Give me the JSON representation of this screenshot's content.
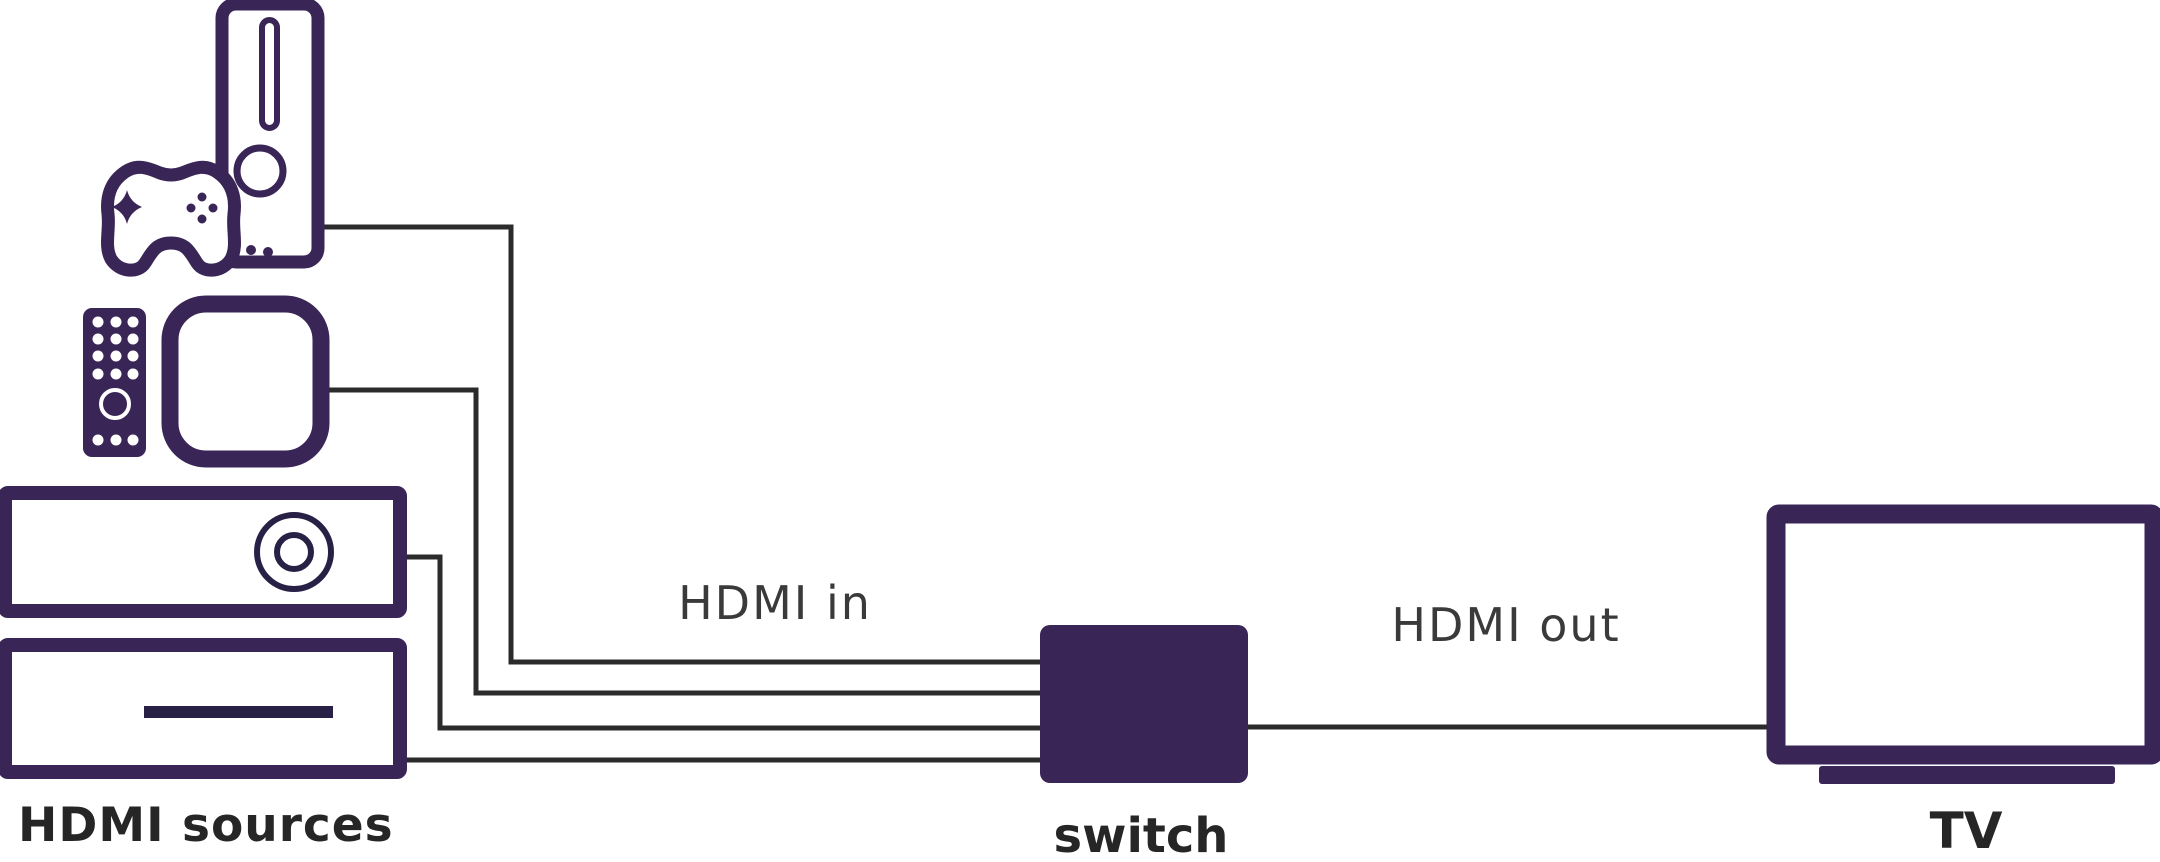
{
  "colors": {
    "background": "#ffffff",
    "purple": "#3a2557",
    "accent_dark": "#282145",
    "line": "#2b2b2b",
    "text_strong": "#262626",
    "text_light": "#3a3a3a"
  },
  "labels": {
    "sources": "HDMI sources",
    "hdmi_in": "HDMI in",
    "switch": "switch",
    "hdmi_out": "HDMI out",
    "tv": "TV"
  },
  "diagram": {
    "type": "connection-diagram",
    "source_devices": [
      {
        "name": "game console with controller",
        "icon": "game-console-icon"
      },
      {
        "name": "remote control",
        "icon": "remote-icon"
      },
      {
        "name": "streaming box",
        "icon": "streaming-box-icon"
      },
      {
        "name": "media player with dial",
        "icon": "media-player-icon"
      },
      {
        "name": "disc player",
        "icon": "disc-player-icon"
      }
    ],
    "connections": [
      {
        "from": "game console",
        "to": "switch",
        "group": "HDMI in"
      },
      {
        "from": "streaming box",
        "to": "switch",
        "group": "HDMI in"
      },
      {
        "from": "media player",
        "to": "switch",
        "group": "HDMI in"
      },
      {
        "from": "disc player",
        "to": "switch",
        "group": "HDMI in"
      },
      {
        "from": "switch",
        "to": "TV",
        "group": "HDMI out"
      }
    ]
  }
}
